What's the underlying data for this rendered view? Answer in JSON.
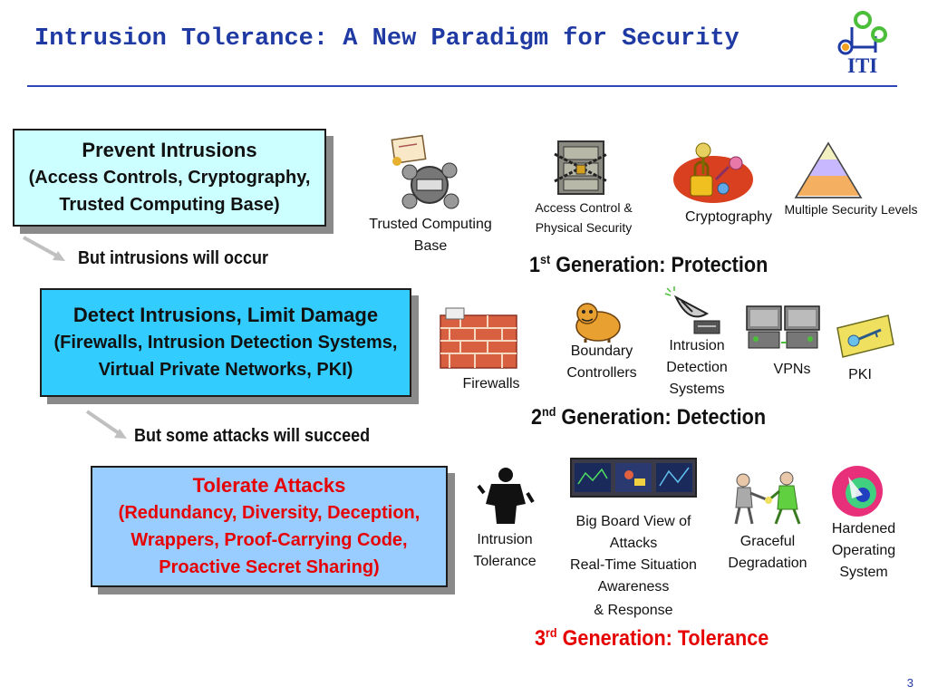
{
  "title": "Intrusion Tolerance: A New Paradigm for Security",
  "logo": {
    "text": "ITI",
    "icon": "iti-logo-icon"
  },
  "boxes": [
    {
      "heading": "Prevent Intrusions",
      "lines": [
        "(Access Controls, Cryptography,",
        "Trusted Computing Base)"
      ]
    },
    {
      "heading": "Detect Intrusions, Limit Damage",
      "lines": [
        "(Firewalls, Intrusion Detection Systems,",
        "Virtual Private Networks, PKI)"
      ]
    },
    {
      "heading": "Tolerate Attacks",
      "lines": [
        "(Redundancy, Diversity, Deception,",
        "Wrappers, Proof-Carrying Code,",
        "Proactive Secret Sharing)"
      ]
    }
  ],
  "transitions": [
    "But intrusions will occur",
    "But some attacks will succeed"
  ],
  "generations": [
    {
      "ordinal": "1",
      "suffix": "st",
      "label": " Generation: Protection"
    },
    {
      "ordinal": "2",
      "suffix": "nd",
      "label": " Generation: Detection"
    },
    {
      "ordinal": "3",
      "suffix": "rd",
      "label": " Generation: Tolerance"
    }
  ],
  "gen1_items": [
    {
      "lines": [
        "Trusted Computing",
        "Base"
      ],
      "icon": "network-certificate-icon"
    },
    {
      "lines": [
        "Access Control &",
        "Physical Security"
      ],
      "icon": "chained-cabinet-icon"
    },
    {
      "lines": [
        "Cryptography"
      ],
      "icon": "keys-lock-icon"
    },
    {
      "lines": [
        "Multiple Security Levels"
      ],
      "icon": "pyramid-icon"
    }
  ],
  "gen2_items": [
    {
      "lines": [
        "Firewalls"
      ],
      "icon": "brick-wall-icon"
    },
    {
      "lines": [
        "Boundary",
        "Controllers"
      ],
      "icon": "guard-dog-icon"
    },
    {
      "lines": [
        "Intrusion",
        "Detection",
        "Systems"
      ],
      "icon": "satellite-dish-icon"
    },
    {
      "lines": [
        "VPNs"
      ],
      "icon": "computers-icon"
    },
    {
      "lines": [
        "PKI"
      ],
      "icon": "key-card-icon"
    }
  ],
  "gen3_items": [
    {
      "lines": [
        "Intrusion",
        "Tolerance"
      ],
      "icon": "silhouette-figure-icon"
    },
    {
      "lines": [
        "Big Board View of",
        "Attacks",
        "Real-Time Situation",
        "Awareness",
        "& Response"
      ],
      "icon": "monitor-wall-icon"
    },
    {
      "lines": [
        "Graceful",
        "Degradation"
      ],
      "icon": "fighting-figures-icon"
    },
    {
      "lines": [
        "Hardened",
        "Operating",
        "System"
      ],
      "icon": "target-disc-icon"
    }
  ],
  "colors": {
    "title": "#1f3aa3",
    "box1": "#ccffff",
    "box2": "#33ccff",
    "box3": "#99ccff",
    "tolerance_red": "#e60000"
  },
  "page_number": "3"
}
